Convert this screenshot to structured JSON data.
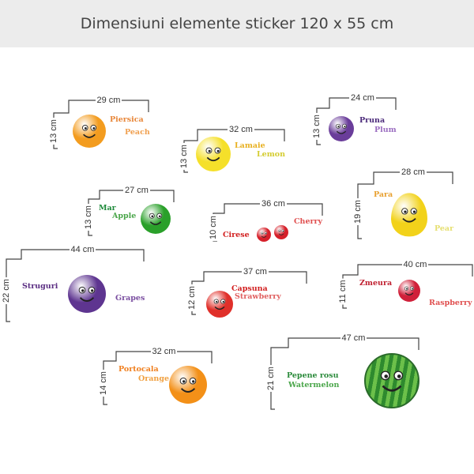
{
  "header": {
    "title": "Dimensiuni elemente sticker 120 x 55 cm"
  },
  "colors": {
    "header_bg": "#ececec",
    "bracket": "#444444"
  },
  "stickers": [
    {
      "id": "peach",
      "width": "29 cm",
      "height": "13 cm",
      "name_ro": "Piersica",
      "name_en": "Peach",
      "color_ro": "#e8873a",
      "color_en": "#f0a050",
      "fruit_color": "#f39c1f",
      "icon": "peach-icon"
    },
    {
      "id": "lemon",
      "width": "32 cm",
      "height": "13 cm",
      "name_ro": "Lamaie",
      "name_en": "Lemon",
      "color_ro": "#e8b020",
      "color_en": "#d4cc30",
      "fruit_color": "#f5e02a",
      "icon": "lemon-icon"
    },
    {
      "id": "plum",
      "width": "24 cm",
      "height": "13 cm",
      "name_ro": "Pruna",
      "name_en": "Plum",
      "color_ro": "#4b2a7a",
      "color_en": "#9a6cc0",
      "fruit_color": "#6a3d9a",
      "icon": "plum-icon"
    },
    {
      "id": "apple",
      "width": "27 cm",
      "height": "13 cm",
      "name_ro": "Mar",
      "name_en": "Apple",
      "color_ro": "#1e8a3a",
      "color_en": "#4aa64a",
      "fruit_color": "#2aa02a",
      "icon": "apple-icon"
    },
    {
      "id": "cherry",
      "width": "36 cm",
      "height": "10 cm",
      "name_ro": "Cirese",
      "name_en": "Cherry",
      "color_ro": "#d22020",
      "color_en": "#e05050",
      "fruit_color": "#d6202a",
      "icon": "cherry-icon"
    },
    {
      "id": "pear",
      "width": "28 cm",
      "height": "19 cm",
      "name_ro": "Para",
      "name_en": "Pear",
      "color_ro": "#e8a030",
      "color_en": "#e6df70",
      "fruit_color": "#f2d21a",
      "icon": "pear-icon"
    },
    {
      "id": "grapes",
      "width": "44 cm",
      "height": "22 cm",
      "name_ro": "Struguri",
      "name_en": "Grapes",
      "color_ro": "#5a2d82",
      "color_en": "#7a4ea0",
      "fruit_color": "#5e3590",
      "icon": "grapes-icon"
    },
    {
      "id": "strawberry",
      "width": "37 cm",
      "height": "12 cm",
      "name_ro": "Capsuna",
      "name_en": "Strawberry",
      "color_ro": "#d22020",
      "color_en": "#e06060",
      "fruit_color": "#e0302a",
      "icon": "strawberry-icon"
    },
    {
      "id": "raspberry",
      "width": "40 cm",
      "height": "11 cm",
      "name_ro": "Zmeura",
      "name_en": "Raspberry",
      "color_ro": "#c02030",
      "color_en": "#e05050",
      "fruit_color": "#d0203a",
      "icon": "raspberry-icon"
    },
    {
      "id": "orange",
      "width": "32 cm",
      "height": "14 cm",
      "name_ro": "Portocala",
      "name_en": "Orange",
      "color_ro": "#f08020",
      "color_en": "#f0a040",
      "fruit_color": "#f39018",
      "icon": "orange-icon"
    },
    {
      "id": "watermelon",
      "width": "47 cm",
      "height": "21 cm",
      "name_ro": "Pepene rosu",
      "name_en": "Watermelon",
      "color_ro": "#2a8a3a",
      "color_en": "#4aa64a",
      "fruit_color": "#3a9a3a",
      "icon": "watermelon-icon"
    }
  ]
}
